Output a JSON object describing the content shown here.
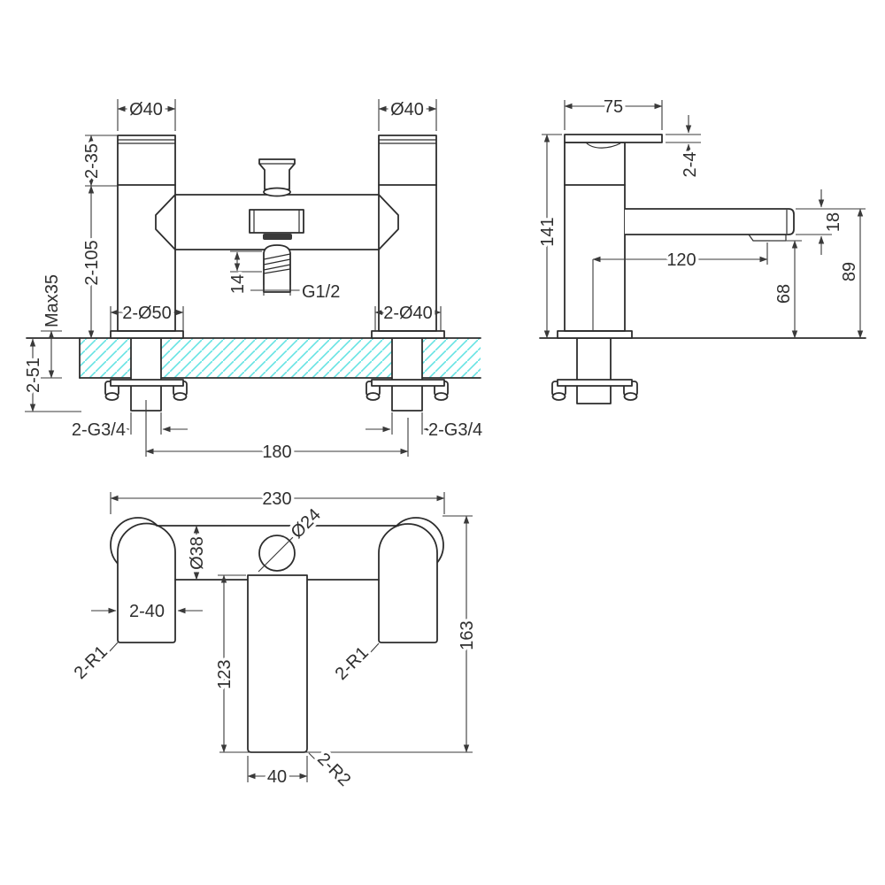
{
  "drawing": {
    "type": "technical-dimension-drawing",
    "subject": "deck-mounted bath shower mixer tap, three orthographic views",
    "colors": {
      "line": "#2d2d2d",
      "dim_line": "#3a3a3a",
      "hatch": "#66e3e3",
      "dark_band": "#3a3a3a",
      "background": "#ffffff"
    },
    "front": {
      "labels": {
        "dia_top_left": "Ø40",
        "dia_top_right": "Ø40",
        "handle_height": "2-35",
        "body_height": "2-105",
        "max_deck_thickness": "Max35",
        "tail_length": "2-51",
        "diverter_thread_length": "14",
        "shower_outlet_thread": "G1/2",
        "flange_dia_left": "2-Ø50",
        "flange_dia_right": "2-Ø40",
        "inlet_thread_left": "2-G3/4",
        "inlet_thread_right": "2-G3/4",
        "hole_centres": "180"
      }
    },
    "side": {
      "labels": {
        "body_depth": "75",
        "handle_thickness": "2-4",
        "overall_height": "141",
        "spout_reach": "120",
        "spout_thickness": "18",
        "outlet_clearance": "68",
        "spout_height": "89"
      }
    },
    "plan": {
      "labels": {
        "overall_width": "230",
        "body_dia": "Ø38",
        "diverter_dia": "Ø24",
        "handle_width": "2-40",
        "handle_radius_left": "2-R1",
        "handle_radius_right": "2-R1",
        "overall_depth": "163",
        "spout_length": "123",
        "spout_width": "40",
        "spout_radius": "2-R2"
      }
    }
  }
}
